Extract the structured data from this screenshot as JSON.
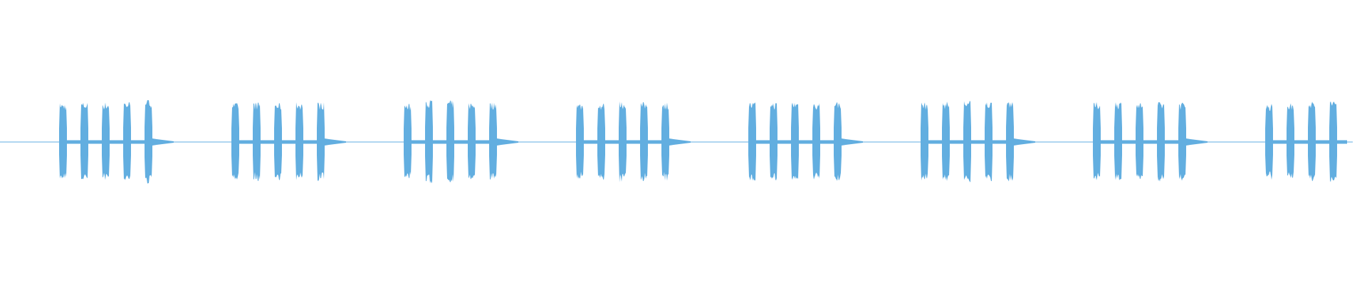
{
  "colors": {
    "background": "#ffffff",
    "waveform": "#62aee0"
  },
  "waveform": {
    "groups": [
      {
        "bursts": [
          0.92,
          0.94,
          0.94,
          0.96,
          1.0
        ],
        "tail": true
      },
      {
        "bursts": [
          0.92,
          0.94,
          0.92,
          0.94,
          0.94
        ],
        "tail": true
      },
      {
        "bursts": [
          0.9,
          1.0,
          0.98,
          0.94,
          0.94
        ],
        "tail": true
      },
      {
        "bursts": [
          0.92,
          0.92,
          0.96,
          0.94,
          0.94
        ],
        "tail": true
      },
      {
        "bursts": [
          0.94,
          0.94,
          0.96,
          0.94,
          0.96
        ],
        "tail": true
      },
      {
        "bursts": [
          0.94,
          0.96,
          0.98,
          0.96,
          1.0
        ],
        "tail": true
      },
      {
        "bursts": [
          0.94,
          0.96,
          0.94,
          0.94,
          0.94
        ],
        "tail": true
      },
      {
        "bursts": [
          0.9,
          0.92,
          0.96,
          0.98
        ],
        "tail": false
      }
    ]
  }
}
